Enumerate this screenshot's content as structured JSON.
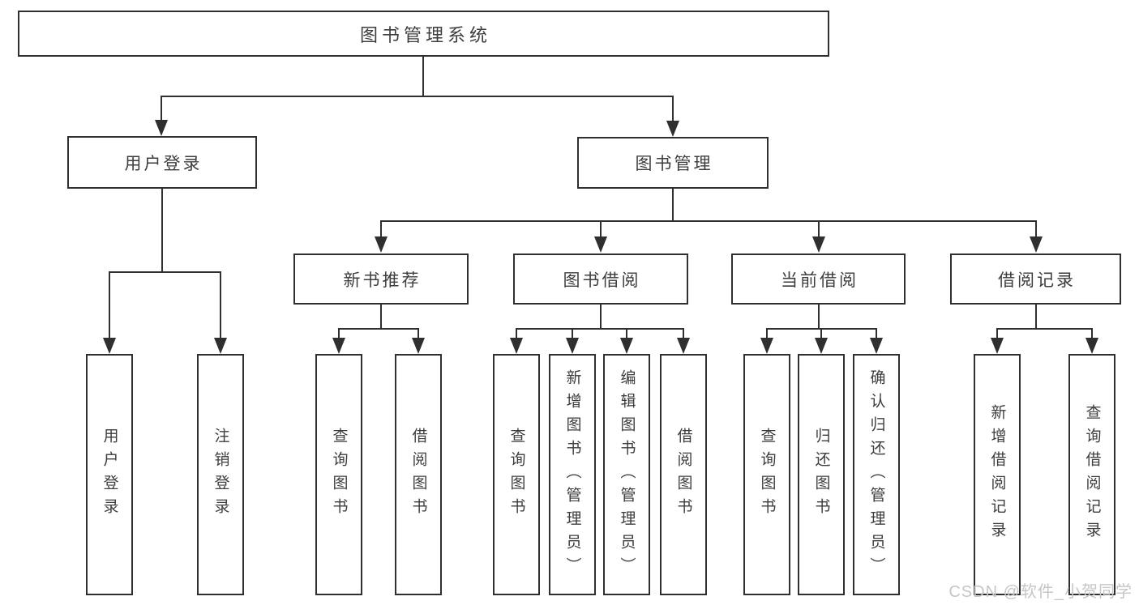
{
  "tree": {
    "root": "图书管理系统",
    "branches": [
      {
        "label": "用户登录",
        "leaves": [
          "用户登录",
          "注销登录"
        ]
      },
      {
        "label": "图书管理",
        "groups": [
          {
            "label": "新书推荐",
            "leaves": [
              "查询图书",
              "借阅图书"
            ]
          },
          {
            "label": "图书借阅",
            "leaves": [
              "查询图书",
              "新增图书（管理员）",
              "编辑图书（管理员）",
              "借阅图书"
            ]
          },
          {
            "label": "当前借阅",
            "leaves": [
              "查询图书",
              "归还图书",
              "确认归还（管理员）"
            ]
          },
          {
            "label": "借阅记录",
            "leaves": [
              "新增借阅记录",
              "查询借阅记录"
            ]
          }
        ]
      }
    ]
  },
  "watermark": "CSDN @软件_小贺同学",
  "colors": {
    "line": "#2f2f2f",
    "text": "#3d3d3d",
    "watermark": "#c6c6c6",
    "background": "#ffffff"
  }
}
